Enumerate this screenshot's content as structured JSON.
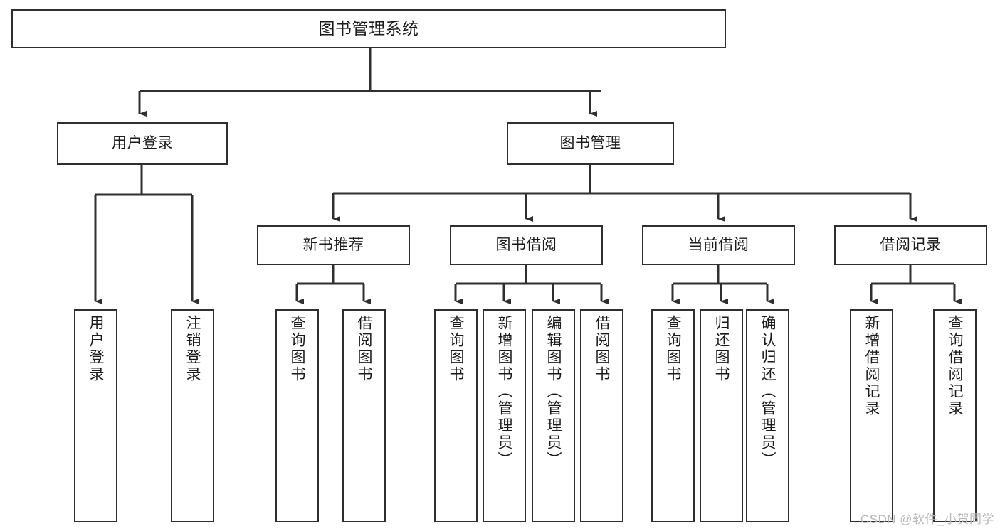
{
  "diagram": {
    "title": "图书管理系统",
    "type": "tree-hierarchy",
    "colors": {
      "border": "#2f2f2f",
      "fill": "#ffffff",
      "text": "#1b1b1b",
      "edge": "#2f2f2f",
      "watermark": "#b9b9b9"
    },
    "levels": {
      "root": "图书管理系统",
      "level2": [
        "用户登录",
        "图书管理"
      ],
      "level3": [
        "新书推荐",
        "图书借阅",
        "当前借阅",
        "借阅记录"
      ]
    },
    "nodes": {
      "root": {
        "label": "图书管理系统"
      },
      "user_login": {
        "label": "用户登录"
      },
      "book_manage": {
        "label": "图书管理"
      },
      "new_book_rec": {
        "label": "新书推荐"
      },
      "book_borrow": {
        "label": "图书借阅"
      },
      "current_borrow": {
        "label": "当前借阅"
      },
      "borrow_record": {
        "label": "借阅记录"
      },
      "leaf_user_login": {
        "label": "用户登录"
      },
      "leaf_logout": {
        "label": "注销登录"
      },
      "leaf_query_book_1": {
        "label": "查询图书"
      },
      "leaf_borrow_book_1": {
        "label": "借阅图书"
      },
      "leaf_query_book_2": {
        "label": "查询图书"
      },
      "leaf_add_book": {
        "label": "新增图书（管理员）"
      },
      "leaf_edit_book": {
        "label": "编辑图书（管理员）"
      },
      "leaf_borrow_book_2": {
        "label": "借阅图书"
      },
      "leaf_query_book_3": {
        "label": "查询图书"
      },
      "leaf_return_book": {
        "label": "归还图书"
      },
      "leaf_confirm_return": {
        "label": "确认归还（管理员）"
      },
      "leaf_add_record": {
        "label": "新增借阅记录"
      },
      "leaf_query_record": {
        "label": "查询借阅记录"
      }
    },
    "edges": [
      {
        "from": "root",
        "to": "user_login"
      },
      {
        "from": "root",
        "to": "book_manage"
      },
      {
        "from": "user_login",
        "to": "leaf_user_login"
      },
      {
        "from": "user_login",
        "to": "leaf_logout"
      },
      {
        "from": "book_manage",
        "to": "new_book_rec"
      },
      {
        "from": "book_manage",
        "to": "book_borrow"
      },
      {
        "from": "book_manage",
        "to": "current_borrow"
      },
      {
        "from": "book_manage",
        "to": "borrow_record"
      },
      {
        "from": "new_book_rec",
        "to": "leaf_query_book_1"
      },
      {
        "from": "new_book_rec",
        "to": "leaf_borrow_book_1"
      },
      {
        "from": "book_borrow",
        "to": "leaf_query_book_2"
      },
      {
        "from": "book_borrow",
        "to": "leaf_add_book"
      },
      {
        "from": "book_borrow",
        "to": "leaf_edit_book"
      },
      {
        "from": "book_borrow",
        "to": "leaf_borrow_book_2"
      },
      {
        "from": "current_borrow",
        "to": "leaf_query_book_3"
      },
      {
        "from": "current_borrow",
        "to": "leaf_return_book"
      },
      {
        "from": "current_borrow",
        "to": "leaf_confirm_return"
      },
      {
        "from": "borrow_record",
        "to": "leaf_add_record"
      },
      {
        "from": "borrow_record",
        "to": "leaf_query_record"
      }
    ]
  },
  "watermark": {
    "text": "CSDN @软件_小贺同学"
  }
}
